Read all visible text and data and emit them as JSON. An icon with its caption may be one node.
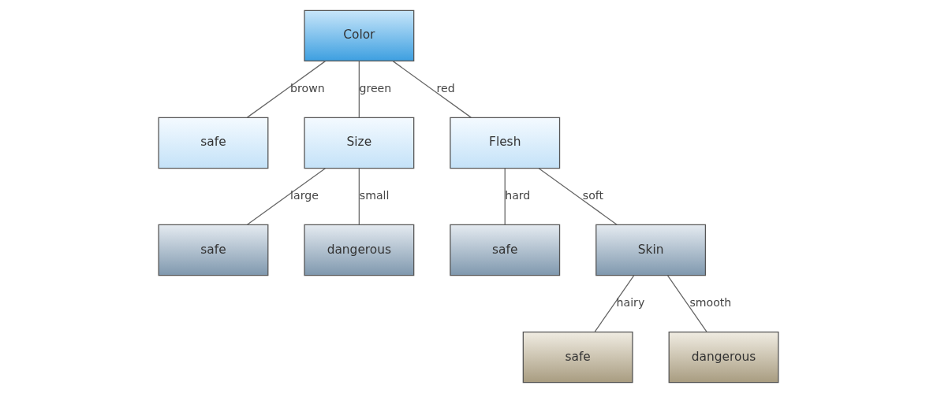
{
  "diagram": {
    "nodes": [
      {
        "text": [
          "Color"
        ]
      },
      {
        "text": [
          "safe"
        ]
      },
      {
        "text": [
          "Size"
        ]
      },
      {
        "text": [
          "Flesh"
        ]
      },
      {
        "text": [
          "safe"
        ]
      },
      {
        "text": [
          "dangerous"
        ]
      },
      {
        "text": [
          "safe"
        ]
      },
      {
        "text": [
          "Skin"
        ]
      },
      {
        "text": [
          "safe"
        ]
      },
      {
        "text": [
          "dangerous"
        ]
      }
    ],
    "edges": [
      {
        "from": 0,
        "to": 1,
        "arrow": "none",
        "label": "brown"
      },
      {
        "from": 0,
        "to": 2,
        "arrow": "none",
        "label": "green"
      },
      {
        "from": 0,
        "to": 3,
        "arrow": "none",
        "label": "red"
      },
      {
        "from": 2,
        "to": 4,
        "arrow": "none",
        "label": "large"
      },
      {
        "from": 2,
        "to": 5,
        "arrow": "none",
        "label": "small"
      },
      {
        "from": 3,
        "to": 6,
        "arrow": "none",
        "label": "hard"
      },
      {
        "from": 3,
        "to": 7,
        "arrow": "none",
        "label": "soft"
      },
      {
        "from": 7,
        "to": 8,
        "arrow": "none",
        "label": "hairy"
      },
      {
        "from": 7,
        "to": 9,
        "arrow": "none",
        "label": "smooth"
      }
    ]
  }
}
